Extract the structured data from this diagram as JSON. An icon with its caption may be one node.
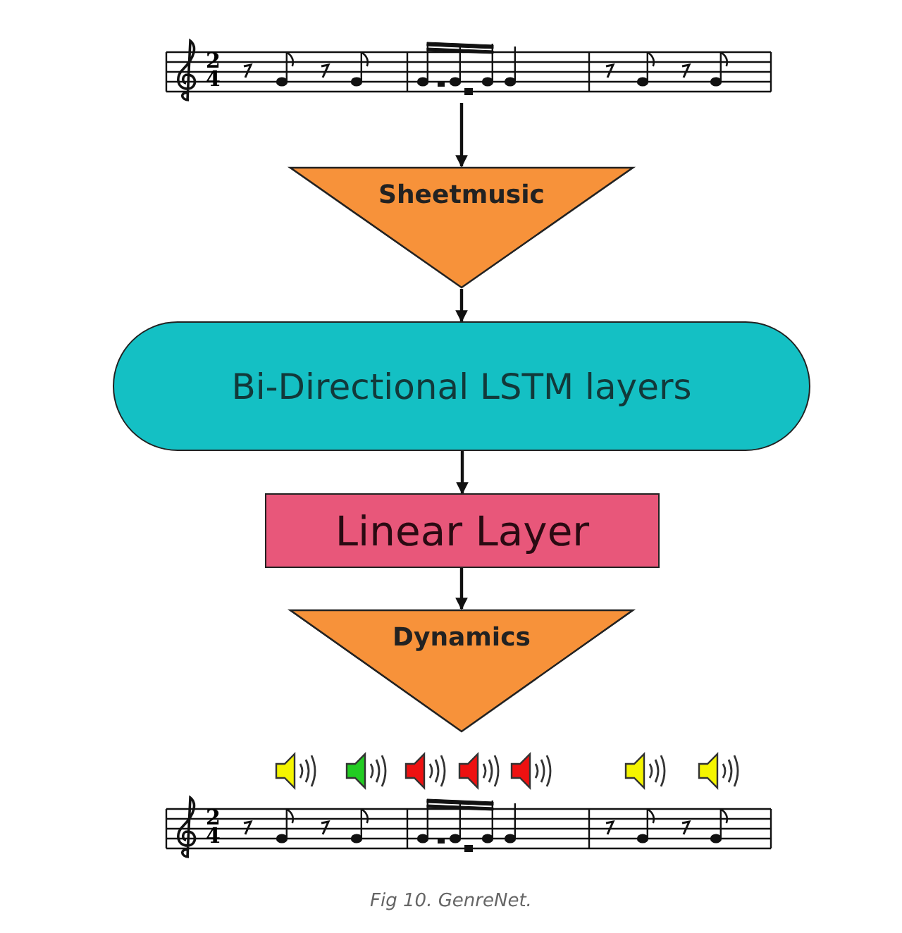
{
  "diagram": {
    "caption": "Fig 10. GenreNet.",
    "nodes": [
      {
        "text": [],
        "shape": "picture"
      },
      {
        "text": [
          "Sheetmusic"
        ]
      },
      {
        "text": [
          "Bi-Directional LSTM layers"
        ]
      },
      {
        "text": [
          "Linear Layer"
        ]
      },
      {
        "text": [
          "Dynamics"
        ]
      }
    ],
    "edges": [
      {
        "from": 0,
        "to": 1,
        "arrow": "to"
      },
      {
        "from": 1,
        "to": 2,
        "arrow": "to"
      },
      {
        "from": 2,
        "to": 3,
        "arrow": "to"
      },
      {
        "from": 3,
        "to": 4,
        "arrow": "to"
      }
    ],
    "labels": [
      "2",
      "4",
      "2",
      "4"
    ]
  }
}
